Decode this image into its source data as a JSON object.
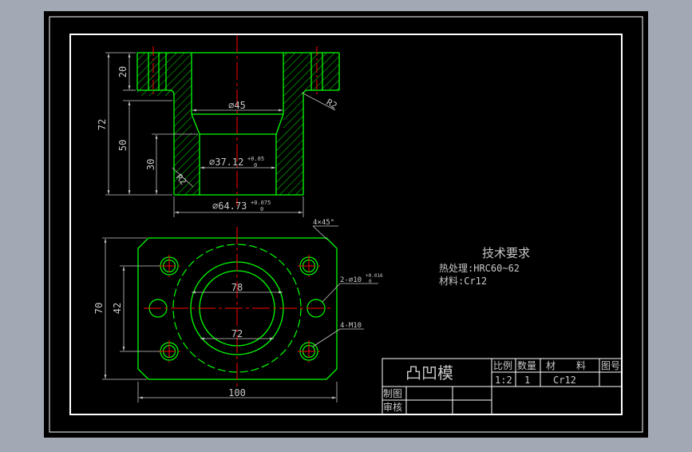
{
  "colors": {
    "background": "#a2a9b4",
    "sheet": "#000000",
    "frame": "#ffffff",
    "geometry": "#00ff00",
    "centerline": "#ff0000",
    "dimension": "#c8c8c8",
    "hatch": "#00ff00"
  },
  "section_view": {
    "dims": {
      "d_bore": "⌀45",
      "d_inner": "⌀37.12",
      "d_inner_tol_up": "+0.05",
      "d_inner_tol_low": "0",
      "d_outer": "⌀64.73",
      "d_outer_tol_up": "+0.075",
      "d_outer_tol_low": "0",
      "h_total": "72",
      "h_flange": "20",
      "h_body": "50",
      "h_step": "30",
      "r_fillet": "R2",
      "r_corner": "R2"
    }
  },
  "plan_view": {
    "dims": {
      "width": "100",
      "height": "70",
      "hole_pitch": "42",
      "d_ring_outer": "78",
      "d_ring_inner": "72",
      "chamfer": "4×45°",
      "holes_label": "2-⌀10",
      "holes_tol_up": "+0.016",
      "holes_tol_low": "0",
      "threads_label": "4-M10"
    }
  },
  "notes": {
    "title": "技术要求",
    "line1": "热处理:HRC60~62",
    "line2": "材料:Cr12"
  },
  "title_block": {
    "part_name": "凸凹模",
    "h_scale": "比例",
    "h_qty": "数量",
    "h_mat1": "材",
    "h_mat2": "料",
    "h_dwg": "图号",
    "scale": "1:2",
    "qty": "1",
    "material": "Cr12",
    "drawn": "制图",
    "checked": "审核"
  }
}
